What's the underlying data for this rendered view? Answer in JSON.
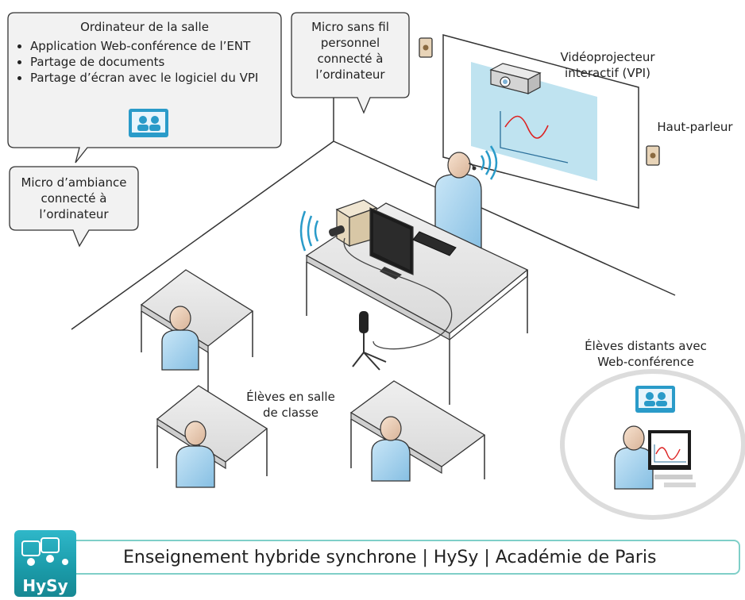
{
  "callouts": {
    "computer": {
      "title": "Ordinateur de la salle",
      "items": [
        "Application Web-conférence de l’ENT",
        "Partage de documents",
        "Partage d’écran avec le logiciel du VPI"
      ]
    },
    "wireless_mic": [
      "Micro sans fil",
      "personnel",
      "connecté à",
      "l’ordinateur"
    ],
    "ambient_mic": [
      "Micro d’ambiance",
      "connecté à",
      "l’ordinateur"
    ]
  },
  "labels": {
    "projector": [
      "Vidéoprojecteur",
      "interactif (VPI)"
    ],
    "speaker": "Haut-parleur",
    "students_room": [
      "Élèves en salle",
      "de classe"
    ],
    "students_remote": [
      "Élèves distants avec",
      "Web-conférence"
    ]
  },
  "footer": {
    "text": "Enseignement hybride synchrone | HySy | Académie de Paris",
    "logo_text": "HySy"
  },
  "colors": {
    "person": "#a9d4ec",
    "accent": "#2a9bc9",
    "footer_border": "#7fcfc8",
    "logo": "#1a9aa8"
  }
}
